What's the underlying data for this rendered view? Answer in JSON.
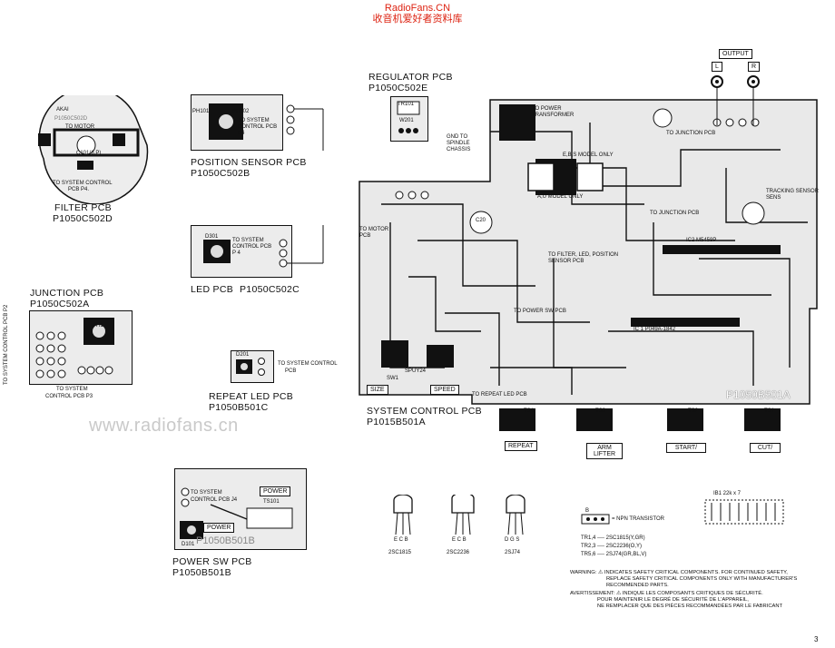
{
  "header": {
    "line1": "RadioFans.CN",
    "line2": "收音机爱好者资料库"
  },
  "watermark": "www.radiofans.cn",
  "page_number": "3",
  "boards": {
    "filter": {
      "title": "FILTER PCB",
      "code": "P1050C502D",
      "brand": "AKAI",
      "pcb_code": "P1050C502D",
      "motor": "TO MOTOR",
      "to_sys": "TO SYSTEM CONTROL",
      "to_sys2": "PCB P4.",
      "c101": "C101(6.P)"
    },
    "position": {
      "title": "POSITION SENSOR PCB",
      "code": "P1050C502B",
      "ph101": "PH101",
      "ph102": "PH102",
      "to_sys": "TO SYSTEM",
      "to_sys2": "CONTROL PCB",
      "p4": "P4"
    },
    "led": {
      "title": "LED PCB",
      "code": "P1050C502C",
      "d301": "D301",
      "to_sys": "TO SYSTEM",
      "to_sys2": "CONTROL PCB",
      "p4": "P 4"
    },
    "junction": {
      "title": "JUNCTION PCB",
      "code": "P1050C502A",
      "to_sys": "TO SYSTEM CONTROL PCB P2",
      "to_sys2": "TO SYSTEM",
      "to_sys3": "CONTROL PCB P3",
      "ph": "PH1"
    },
    "repeat_led": {
      "title": "REPEAT LED PCB",
      "code": "P1050B501C",
      "d201": "D201",
      "to_sys": "TO SYSTEM CONTROL",
      "to_sys2": "PCB"
    },
    "regulator": {
      "title": "REGULATOR PCB",
      "code": "P1050C502E",
      "tr101": "TR101",
      "w201": "W201"
    },
    "power_sw": {
      "title": "POWER SW PCB",
      "code": "P1050B501B",
      "to_sys": "TO SYSTEM",
      "to_sys2": "CONTROL PCB J4",
      "power": "POWER",
      "ts101": "TS101",
      "d101": "D101",
      "pcb_code": "P1050B501B"
    },
    "system": {
      "title": "SYSTEM CONTROL PCB",
      "code": "P1015B501A",
      "pcb_code": "P1050B501A",
      "ic1": "IC 1  P049A-1842",
      "ic2": "IC2  M5459P",
      "to_power_tr": "TO POWER TRANSFORMER",
      "ebs": "E,B,S MODEL ONLY",
      "au": "A,U MODEL ONLY",
      "gnd": "GND TO SPINDLE CHASSIS",
      "to_motor": "TO MOTOR PCB",
      "to_filter": "TO FILTER, LED, POSITION SENSOR PCB",
      "to_power_sw": "TO POWER SW PCB",
      "to_junction": "TO JUNCTION PCB",
      "to_junction2": "TO JUNCTION PCB",
      "tracking": "TRACKING SENSOR SENS",
      "to_repeat": "TO REPEAT LED PCB",
      "c20": "C20",
      "spuy24": "SPUY24",
      "sw1": "SW1"
    }
  },
  "output": {
    "label": "OUTPUT",
    "l": "L",
    "r": "R"
  },
  "buttons": {
    "size": "SIZE",
    "speed": "SPEED",
    "repeat": "REPEAT",
    "arm": "ARM LIFTER",
    "start": "START/",
    "cut": "CUT/"
  },
  "switch_labels": {
    "ts4": "TS4",
    "ts3": "TS3",
    "ts2": "TS2",
    "ts1": "TS1"
  },
  "transistors": {
    "names": [
      "2SC1815",
      "2SC2236",
      "2SJ74"
    ],
    "pins1": "E C B",
    "pins2": "E C B",
    "pins3": "D G S",
    "npn_legend": "= NPN TRANSISTOR",
    "b_label": "B",
    "list": [
      "TR1,4 ---- 2SC1815(Y,GR)",
      "TR2,3 ---- 2SC2236(O,Y)",
      "TR5,6 ---- 2SJ74(GR,BL,V)"
    ],
    "ib1": "IB1  22k x 7"
  },
  "warning": {
    "en1": "WARNING: ⚠ INDICATES SAFETY CRITICAL COMPONENTS. FOR CONTINUED SAFETY,",
    "en2": "REPLACE SAFETY CRITICAL COMPONENTS ONLY WITH MANUFACTURER'S",
    "en3": "RECOMMENDED PARTS.",
    "fr1": "AVERTISSEMENT: ⚠ INDIQUE LES COMPOSANTS CRITIQUES DE SÉCURITÉ.",
    "fr2": "POUR MAINTENIR LE DEGRÉ DE SÉCURITÉ DE L'APPAREIL,",
    "fr3": "NE REMPLACER QUE DES PIÈCES RECOMMANDÉES PAR LE FABRICANT"
  }
}
